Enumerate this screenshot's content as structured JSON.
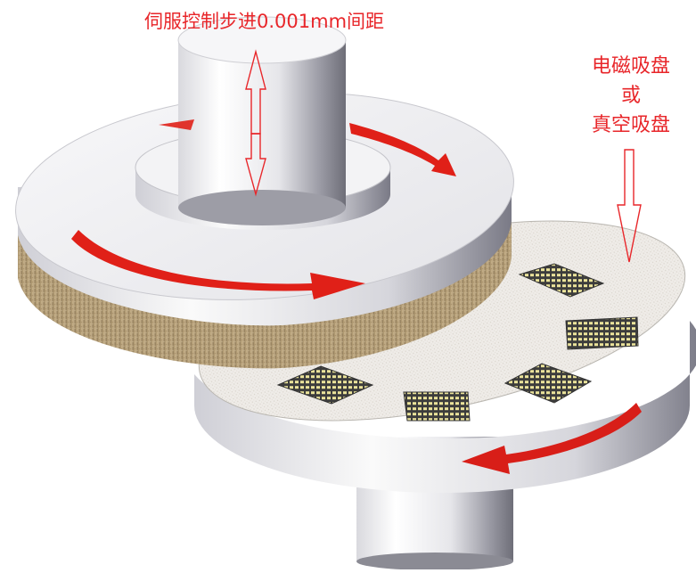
{
  "labels": {
    "feed_note": "伺服控制步进0.001mm间距",
    "chuck_line1": "电磁吸盘",
    "chuck_line2": "或",
    "chuck_line3": "真空吸盘"
  },
  "colors": {
    "annotation": "#e8262a",
    "rotation_arrow": "#e02018",
    "abrasive_layer": "#b7a07a",
    "metal_light": "#f4f4f6",
    "metal_dark": "#6e6e78",
    "chuck_surface": "#efece8",
    "workpiece_pad": "#e8e2a0"
  },
  "icons": {
    "feed_arrow": "double-vertical-arrow-icon",
    "down_arrow": "down-arrow-icon",
    "rotation": "curved-rotation-arrow-icon"
  }
}
